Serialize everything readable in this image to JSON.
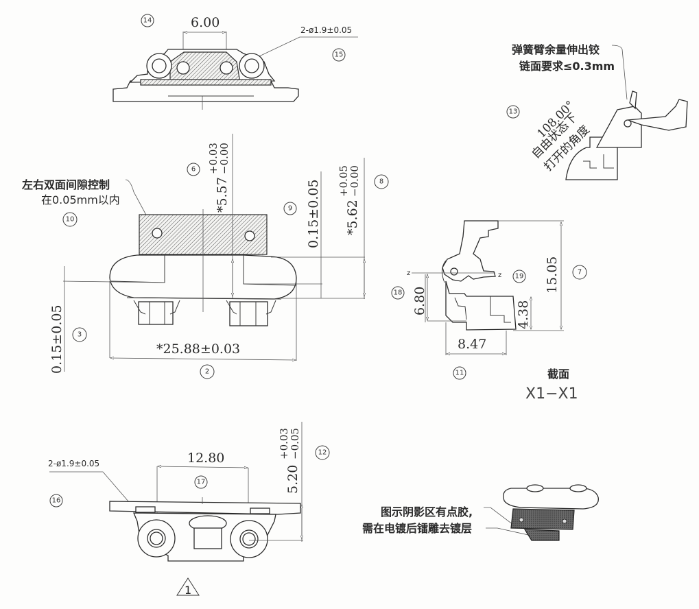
{
  "views": {
    "top_view": {
      "dims": {
        "width": "6.00",
        "holes": "2-ø1.9±0.05"
      }
    },
    "front_view": {
      "dims": {
        "height_a": "*5.57",
        "height_a_tol_upper": "+0.03",
        "height_a_tol_lower": "−0.00",
        "gap_right": "0.15±0.05",
        "height_b": "*5.62",
        "height_b_tol_upper": "+0.05",
        "height_b_tol_lower": "−0.00",
        "gap_left": "0.15±0.05",
        "width": "*25.88±0.03"
      },
      "note_line1": "左右双面间隙控制",
      "note_line2": "在0.05mm以内"
    },
    "side_view": {
      "note_line1": "弹簧臂余量伸出铰",
      "note_line2": "链面要求≤0.3mm",
      "angle": "108.00°",
      "angle_note_line1": "自由状态下",
      "angle_note_line2": "打开的角度"
    },
    "section_view": {
      "dims": {
        "total_height": "15.05",
        "height_left": "6.80",
        "height_right": "4.38",
        "width": "8.47"
      },
      "section_label": "截面",
      "section_name": "X1−X1",
      "axis_left": "z",
      "axis_right": "z"
    },
    "bottom_view": {
      "dims": {
        "width": "12.80",
        "holes": "2-ø1.9±0.05",
        "height": "5.20",
        "height_tol_upper": "+0.03",
        "height_tol_lower": "−0.05"
      },
      "revision_mark": "1"
    },
    "iso_view": {
      "note_line1": "图示阴影区有点胶,",
      "note_line2": "需在电镀后镭雕去镀层"
    }
  },
  "balloons": {
    "b2": "2",
    "b3": "3",
    "b6": "6",
    "b7": "7",
    "b8": "8",
    "b9": "9",
    "b10": "10",
    "b11": "11",
    "b12": "12",
    "b13": "13",
    "b14": "14",
    "b15": "15",
    "b16": "16",
    "b17": "17",
    "b18": "18",
    "b19": "19"
  }
}
